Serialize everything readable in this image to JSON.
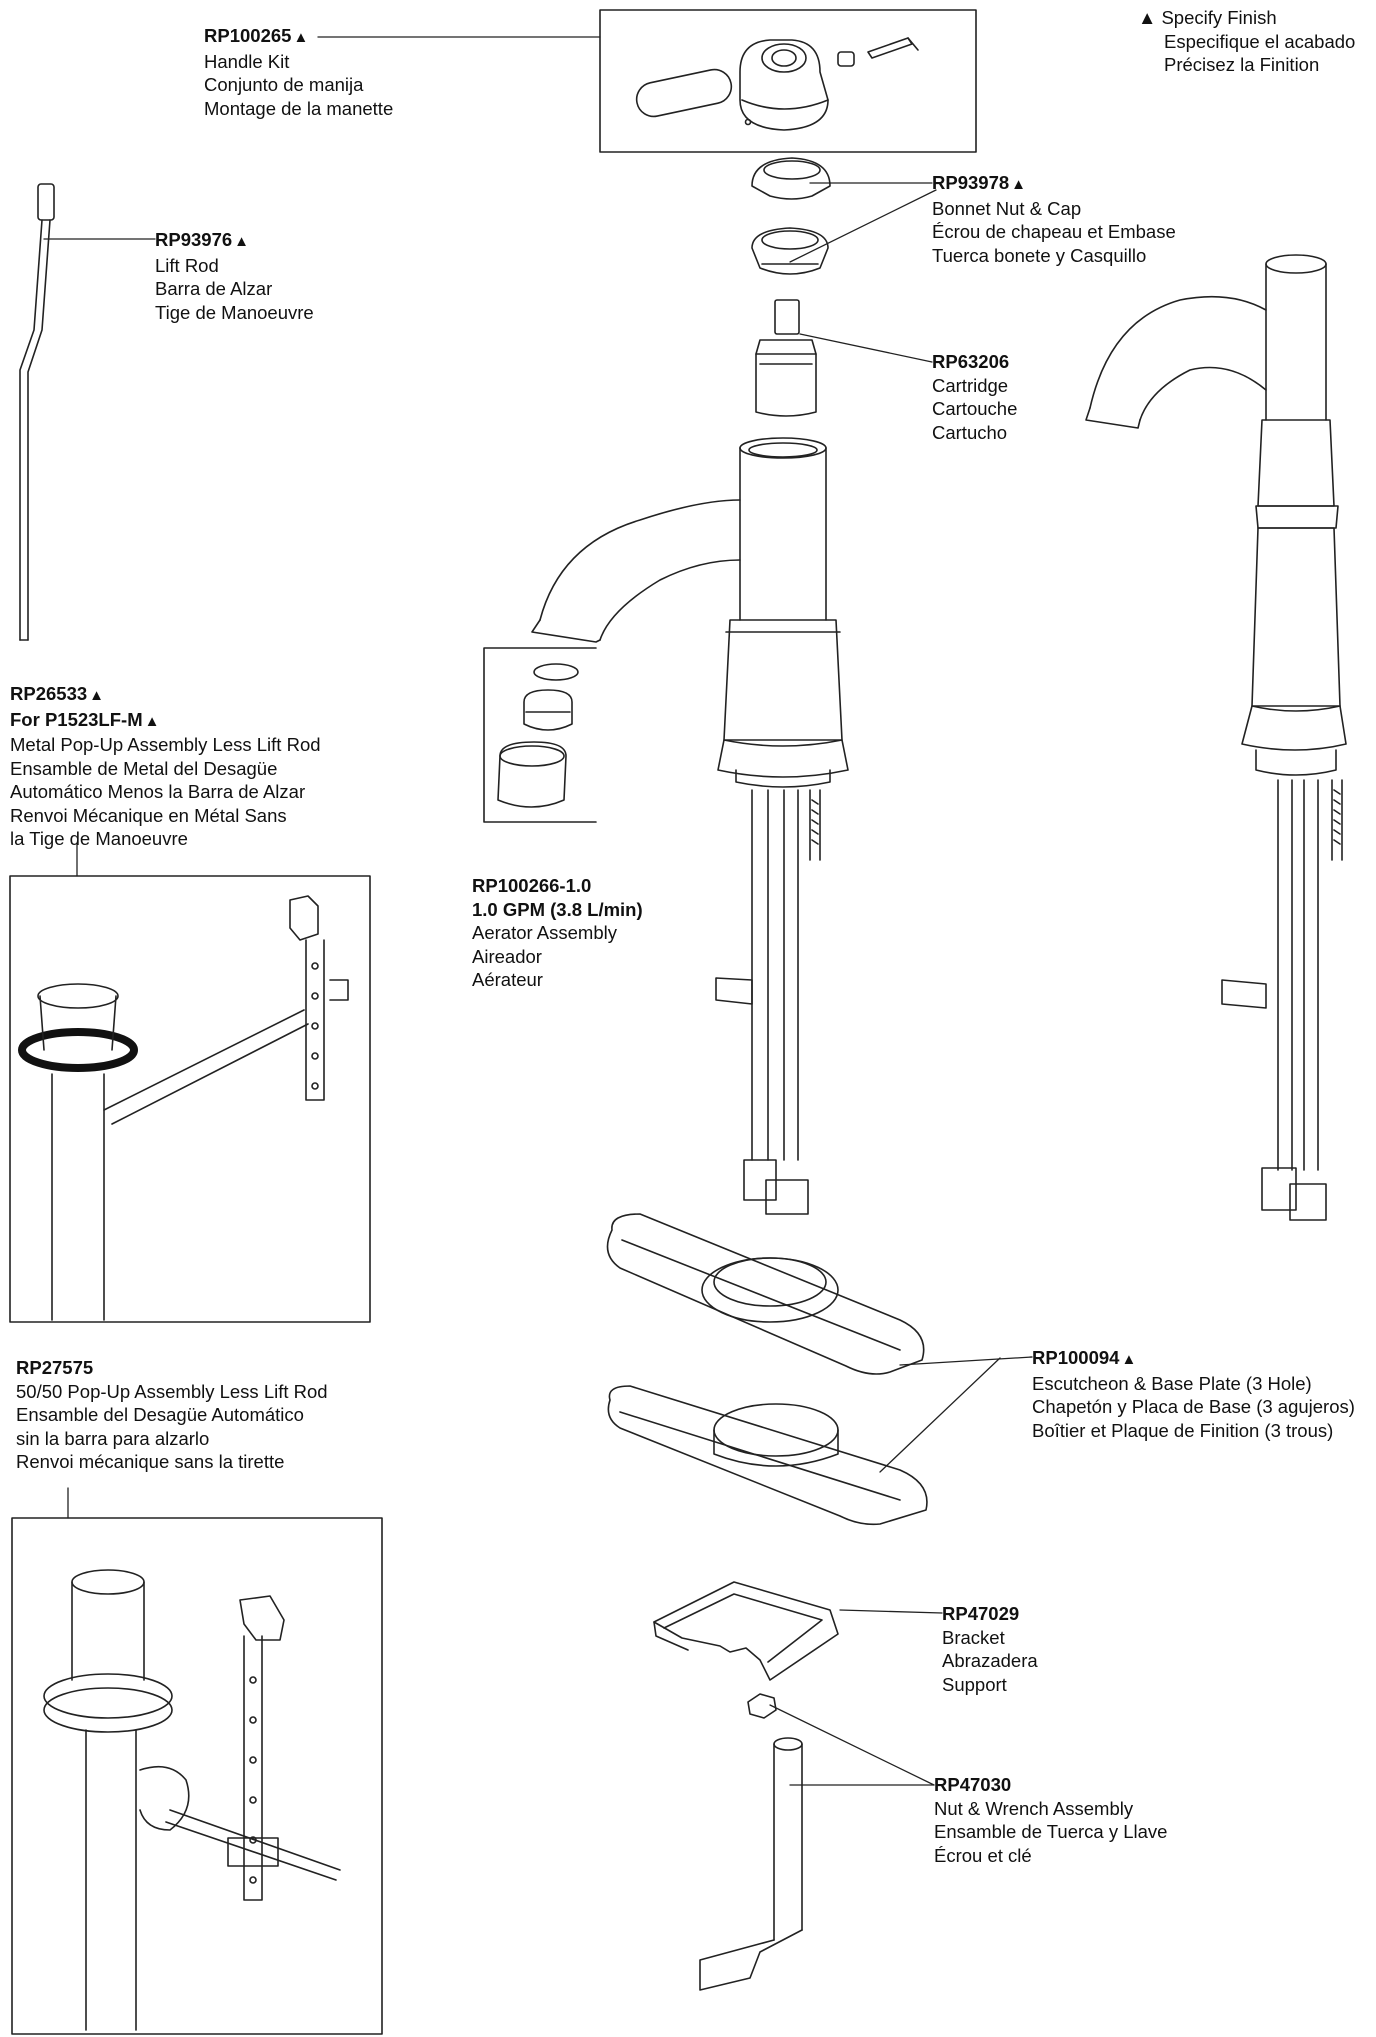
{
  "legend": {
    "symbol": "▲",
    "lines": [
      "Specify Finish",
      "Especifique el acabado",
      "Précisez la Finition"
    ]
  },
  "parts": [
    {
      "id": "handle",
      "number": "RP100265",
      "finish": true,
      "lines": [
        "Handle Kit",
        "Conjunto de manija",
        "Montage de la manette"
      ]
    },
    {
      "id": "liftrod",
      "number": "RP93976",
      "finish": true,
      "lines": [
        "Lift Rod",
        "Barra de Alzar",
        "Tige de Manoeuvre"
      ]
    },
    {
      "id": "bonnet",
      "number": "RP93978",
      "finish": true,
      "lines": [
        "Bonnet Nut & Cap",
        "Écrou de chapeau et Embase",
        "Tuerca bonete y Casquillo"
      ]
    },
    {
      "id": "cartridge",
      "number": "RP63206",
      "finish": false,
      "lines": [
        "Cartridge",
        "Cartouche",
        "Cartucho"
      ]
    },
    {
      "id": "popup-metal",
      "number": "RP26533",
      "finish": true,
      "sub": "For P1523LF-M",
      "sub_finish": true,
      "lines": [
        "Metal Pop-Up Assembly Less Lift Rod",
        "Ensamble de Metal del Desagüe",
        "Automático Menos la Barra de Alzar",
        "Renvoi Mécanique en Métal Sans",
        "la Tige de Manoeuvre"
      ]
    },
    {
      "id": "aerator",
      "number": "RP100266-1.0",
      "finish": false,
      "sub": "1.0 GPM (3.8 L/min)",
      "sub_finish": false,
      "lines": [
        "Aerator Assembly",
        "Aireador",
        "Aérateur"
      ]
    },
    {
      "id": "escutcheon",
      "number": "RP100094",
      "finish": true,
      "lines": [
        "Escutcheon & Base Plate (3 Hole)",
        "Chapetón y Placa de Base (3 agujeros)",
        "Boîtier et Plaque de Finition (3 trous)"
      ]
    },
    {
      "id": "popup-5050",
      "number": "RP27575",
      "finish": false,
      "lines": [
        "50/50 Pop-Up Assembly Less Lift Rod",
        "Ensamble del Desagüe Automático",
        "sin la barra para alzarlo",
        "Renvoi mécanique sans la tirette"
      ]
    },
    {
      "id": "bracket",
      "number": "RP47029",
      "finish": false,
      "lines": [
        "Bracket",
        "Abrazadera",
        "Support"
      ]
    },
    {
      "id": "nut",
      "number": "RP47030",
      "finish": false,
      "lines": [
        "Nut & Wrench Assembly",
        "Ensamble de Tuerca y Llave",
        "Écrou et clé"
      ]
    }
  ]
}
